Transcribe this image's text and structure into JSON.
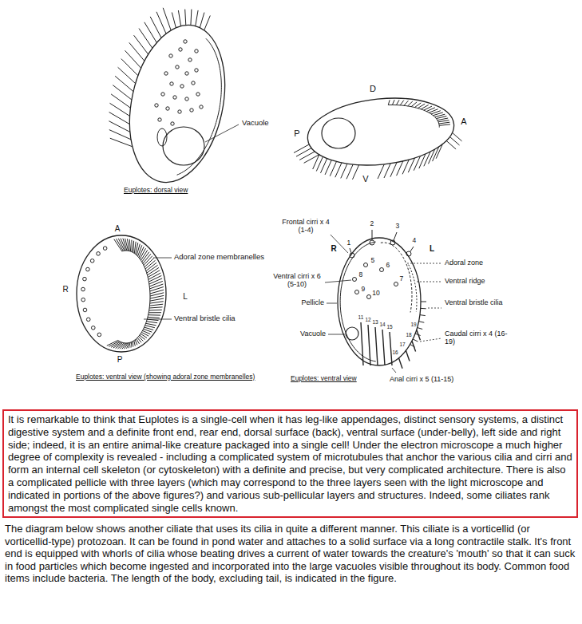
{
  "diagram": {
    "nodes": [
      {
        "text": [
          "It is remarkable to think that Euplotes is a single-cell when it has leg-like appendages, distinct sensory systems, a distinct digestive system and a definite front end, rear end, dorsal surface (back), ventral surface (under-belly), left side and right side; indeed, it is an entire animal-like creature packaged into a single cell! Under the electron microscope a much higher degree of complexity is revealed - including a complicated system of microtubules that anchor the various cilia and cirri and form an internal cell skeleton (or cytoskeleton) with a definite and precise, but very complicated architecture. There is also a complicated pellicle with three layers (which may correspond to the three layers seen with the light microscope and indicated in portions of the above figures?) and various sub-pellicular layers and structures. Indeed, some ciliates rank amongst the most complicated single cells known."
        ]
      }
    ],
    "labels": [
      "Vacuole",
      "D",
      "A",
      "P",
      "V",
      "Euplotes: dorsal view",
      "A",
      "R",
      "L",
      "Adoral zone membranelles",
      "Ventral bristle cilia",
      "P",
      "Euplotes: ventral view (showing adoral zone membranelles)",
      "Frontal cirri x 4 (1-4)",
      "1",
      "2",
      "3",
      "4",
      "R",
      "L",
      "5",
      "6",
      "Adoral zone",
      "Ventral cirri x 6 (5-10)",
      "8",
      "7",
      "9",
      "10",
      "Ventral ridge",
      "Pellicle",
      "Ventral bristle cilia",
      "Vacuole",
      "11",
      "12",
      "13",
      "14",
      "15",
      "16",
      "17",
      "18",
      "19",
      "Caudal cirri x 4 (16-19)",
      "Euplotes: ventral view",
      "Anal cirri x 5 (11-15)",
      "The diagram below shows another ciliate that uses its cilia in quite a different manner. This ciliate is a vorticellid (or vorticellid-type) protozoan. It can be found in pond water and attaches to a solid surface via a long contractile stalk. It's front end is equipped with whorls of cilia whose beating drives a current of water towards the creature's 'mouth' so that it can suck in food particles which become ingested and incorporated into the large vacuoles visible throughout its body. Common food items include bacteria. The length of the body, excluding tail, is indicated in the figure."
    ]
  }
}
